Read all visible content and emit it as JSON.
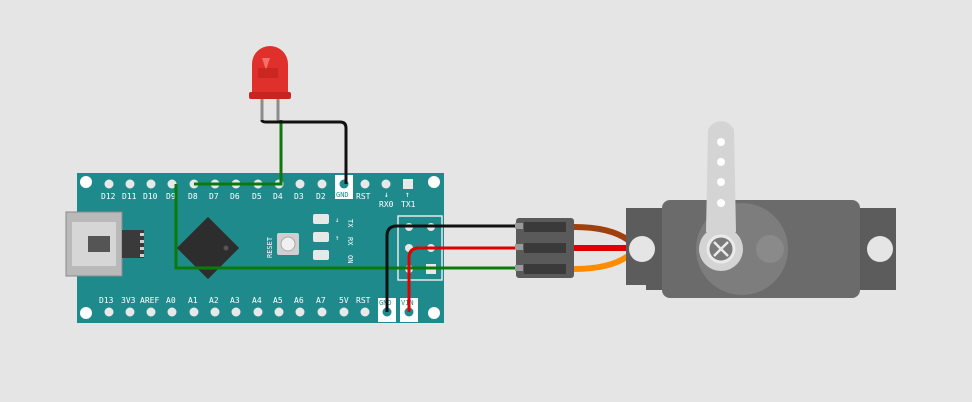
{
  "board": {
    "top_pins": [
      "D12",
      "D11",
      "D10",
      "D9",
      "D8",
      "D7",
      "D6",
      "D5",
      "D4",
      "D3",
      "D2",
      "GND",
      "RST",
      "RX0",
      "TX1"
    ],
    "bottom_pins": [
      "D13",
      "3V3",
      "AREF",
      "A0",
      "A1",
      "A2",
      "A3",
      "A4",
      "A5",
      "A6",
      "A7",
      "5V",
      "RST",
      "GND",
      "VIN"
    ],
    "reset_label": "RESET",
    "led_labels": [
      "TX",
      "RX",
      "ON"
    ],
    "rx_arrow": "↓",
    "tx_arrow": "↑",
    "color": "#1f8a8c"
  },
  "wires": {
    "signal_color": "#0b7a0b",
    "ground_color": "#111111",
    "power_color": "#e00000"
  },
  "servo_cable": [
    "#a0400f",
    "#e00000",
    "#ff8c00"
  ],
  "led": {
    "color": "#e0302b"
  }
}
